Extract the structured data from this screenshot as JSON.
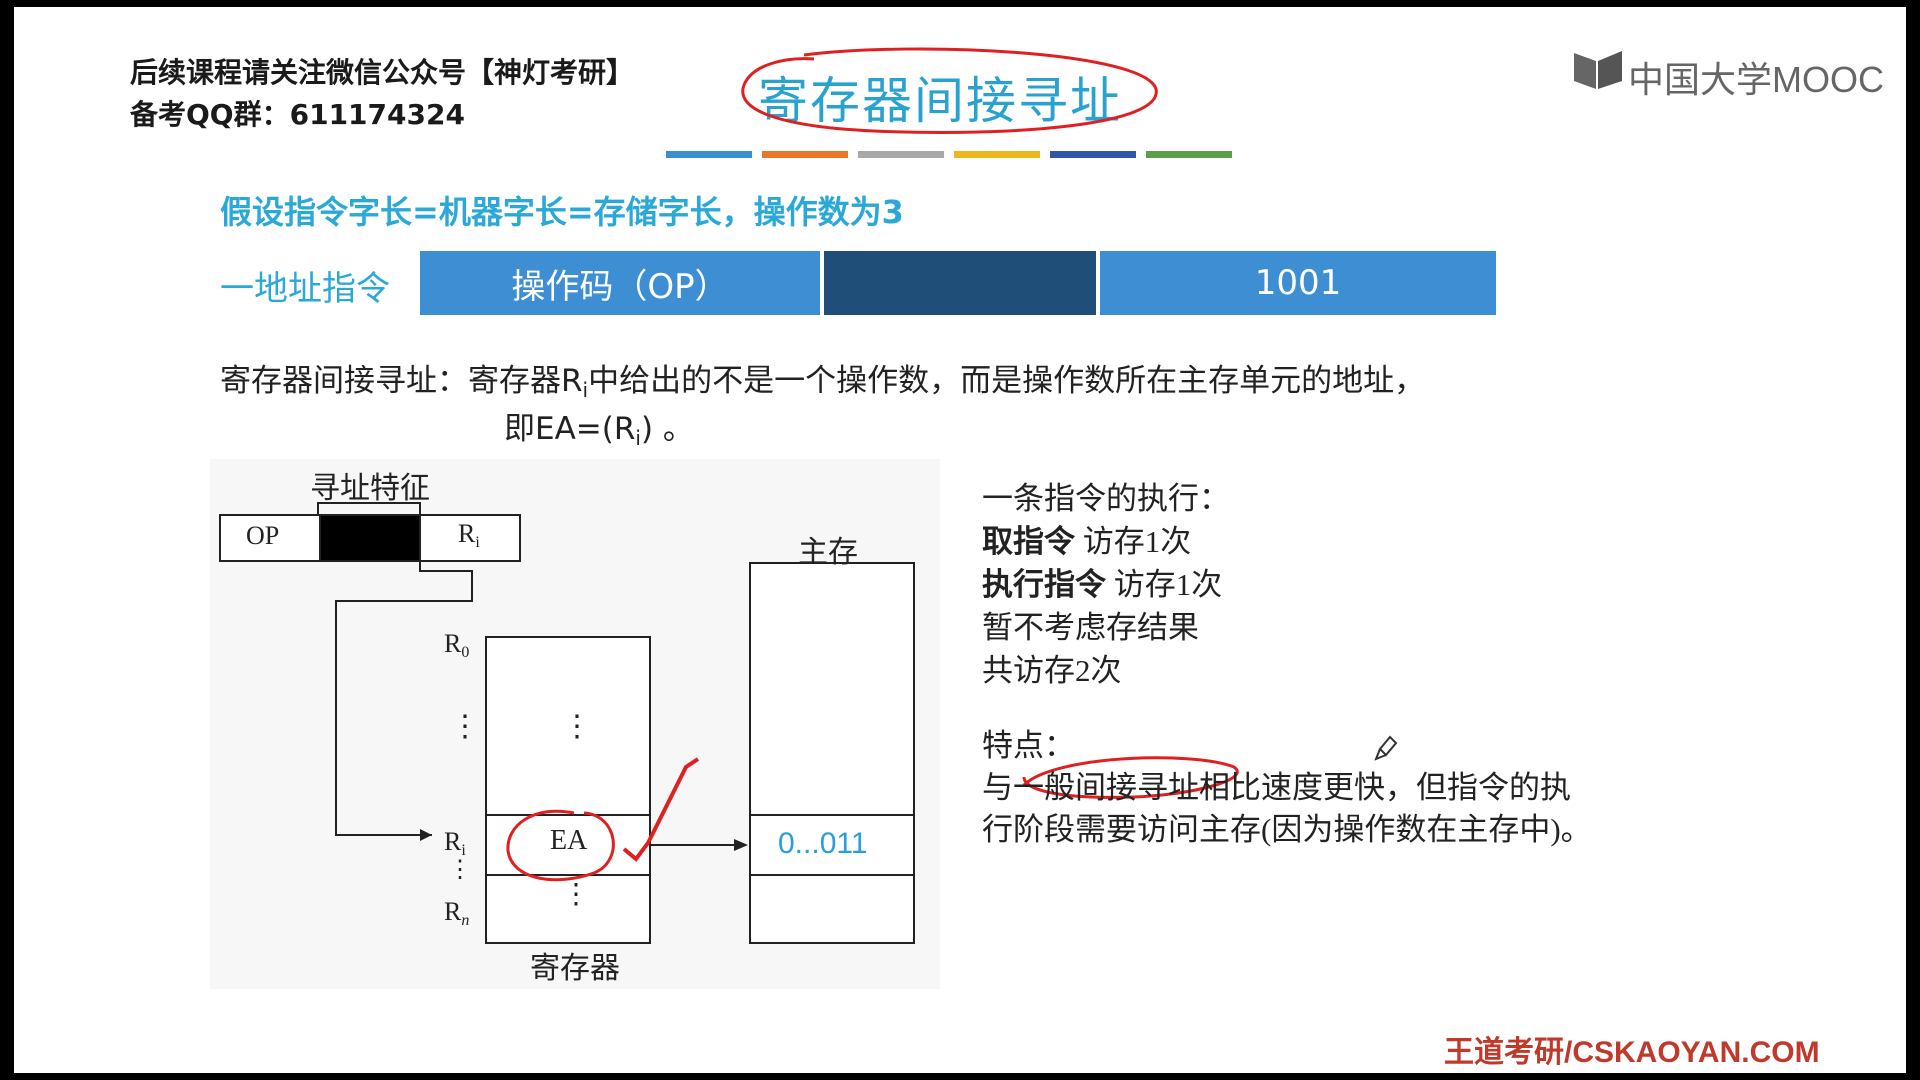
{
  "header": {
    "line1": "后续课程请关注微信公众号【神灯考研】",
    "line2": "备考QQ群：611174324"
  },
  "title": "寄存器间接寻址",
  "logo": {
    "text": "中国大学MOOC",
    "icon": "mooc-book-icon"
  },
  "stripes": [
    "#3b8fd0",
    "#e8762b",
    "#a7a9ab",
    "#f0b41c",
    "#2f57a8",
    "#5aa048"
  ],
  "assumption": "假设指令字长=机器字长=存储字长，操作数为3",
  "instruction": {
    "label": "一地址指令",
    "opcode": "操作码（OP）",
    "addr_mode": "",
    "address": "1001",
    "colors": {
      "opcode": "#3d8ed2",
      "addr_mode": "#1f4e79",
      "address": "#3d8ed2"
    }
  },
  "definition": {
    "prefix": "寄存器间接寻址：",
    "line1_a": "寄存器R",
    "sub_i": "i",
    "line1_b": "中给出的不是一个操作数，而是操作数所在主存单元的地址，",
    "line2_a": "即EA=(R",
    "line2_b": ") 。"
  },
  "diagram": {
    "addr_feature": "寻址特征",
    "op": "OP",
    "ri": "R",
    "ri_sub": "i",
    "memory_label": "主存",
    "r0": "R",
    "r0_sub": "0",
    "rn": "R",
    "rn_sub": "n",
    "ri_row": "R",
    "ri_row_sub": "i",
    "ea": "EA",
    "mem_value": "0...011",
    "dots": "⋮",
    "register_label": "寄存器"
  },
  "execution": {
    "heading": "一条指令的执行：",
    "fetch_bold": "取指令",
    "fetch_rest": " 访存1次",
    "exec_bold": "执行指令",
    "exec_rest": " 访存1次",
    "no_store": "暂不考虑存结果",
    "total": "共访存2次"
  },
  "features": {
    "heading": "特点：",
    "line1": "与一般间接寻址相比速度更快，但指令的执",
    "line2": "行阶段需要访问主存(因为操作数在主存中)。"
  },
  "watermark": "王道考研/CSKAOYAN.COM"
}
